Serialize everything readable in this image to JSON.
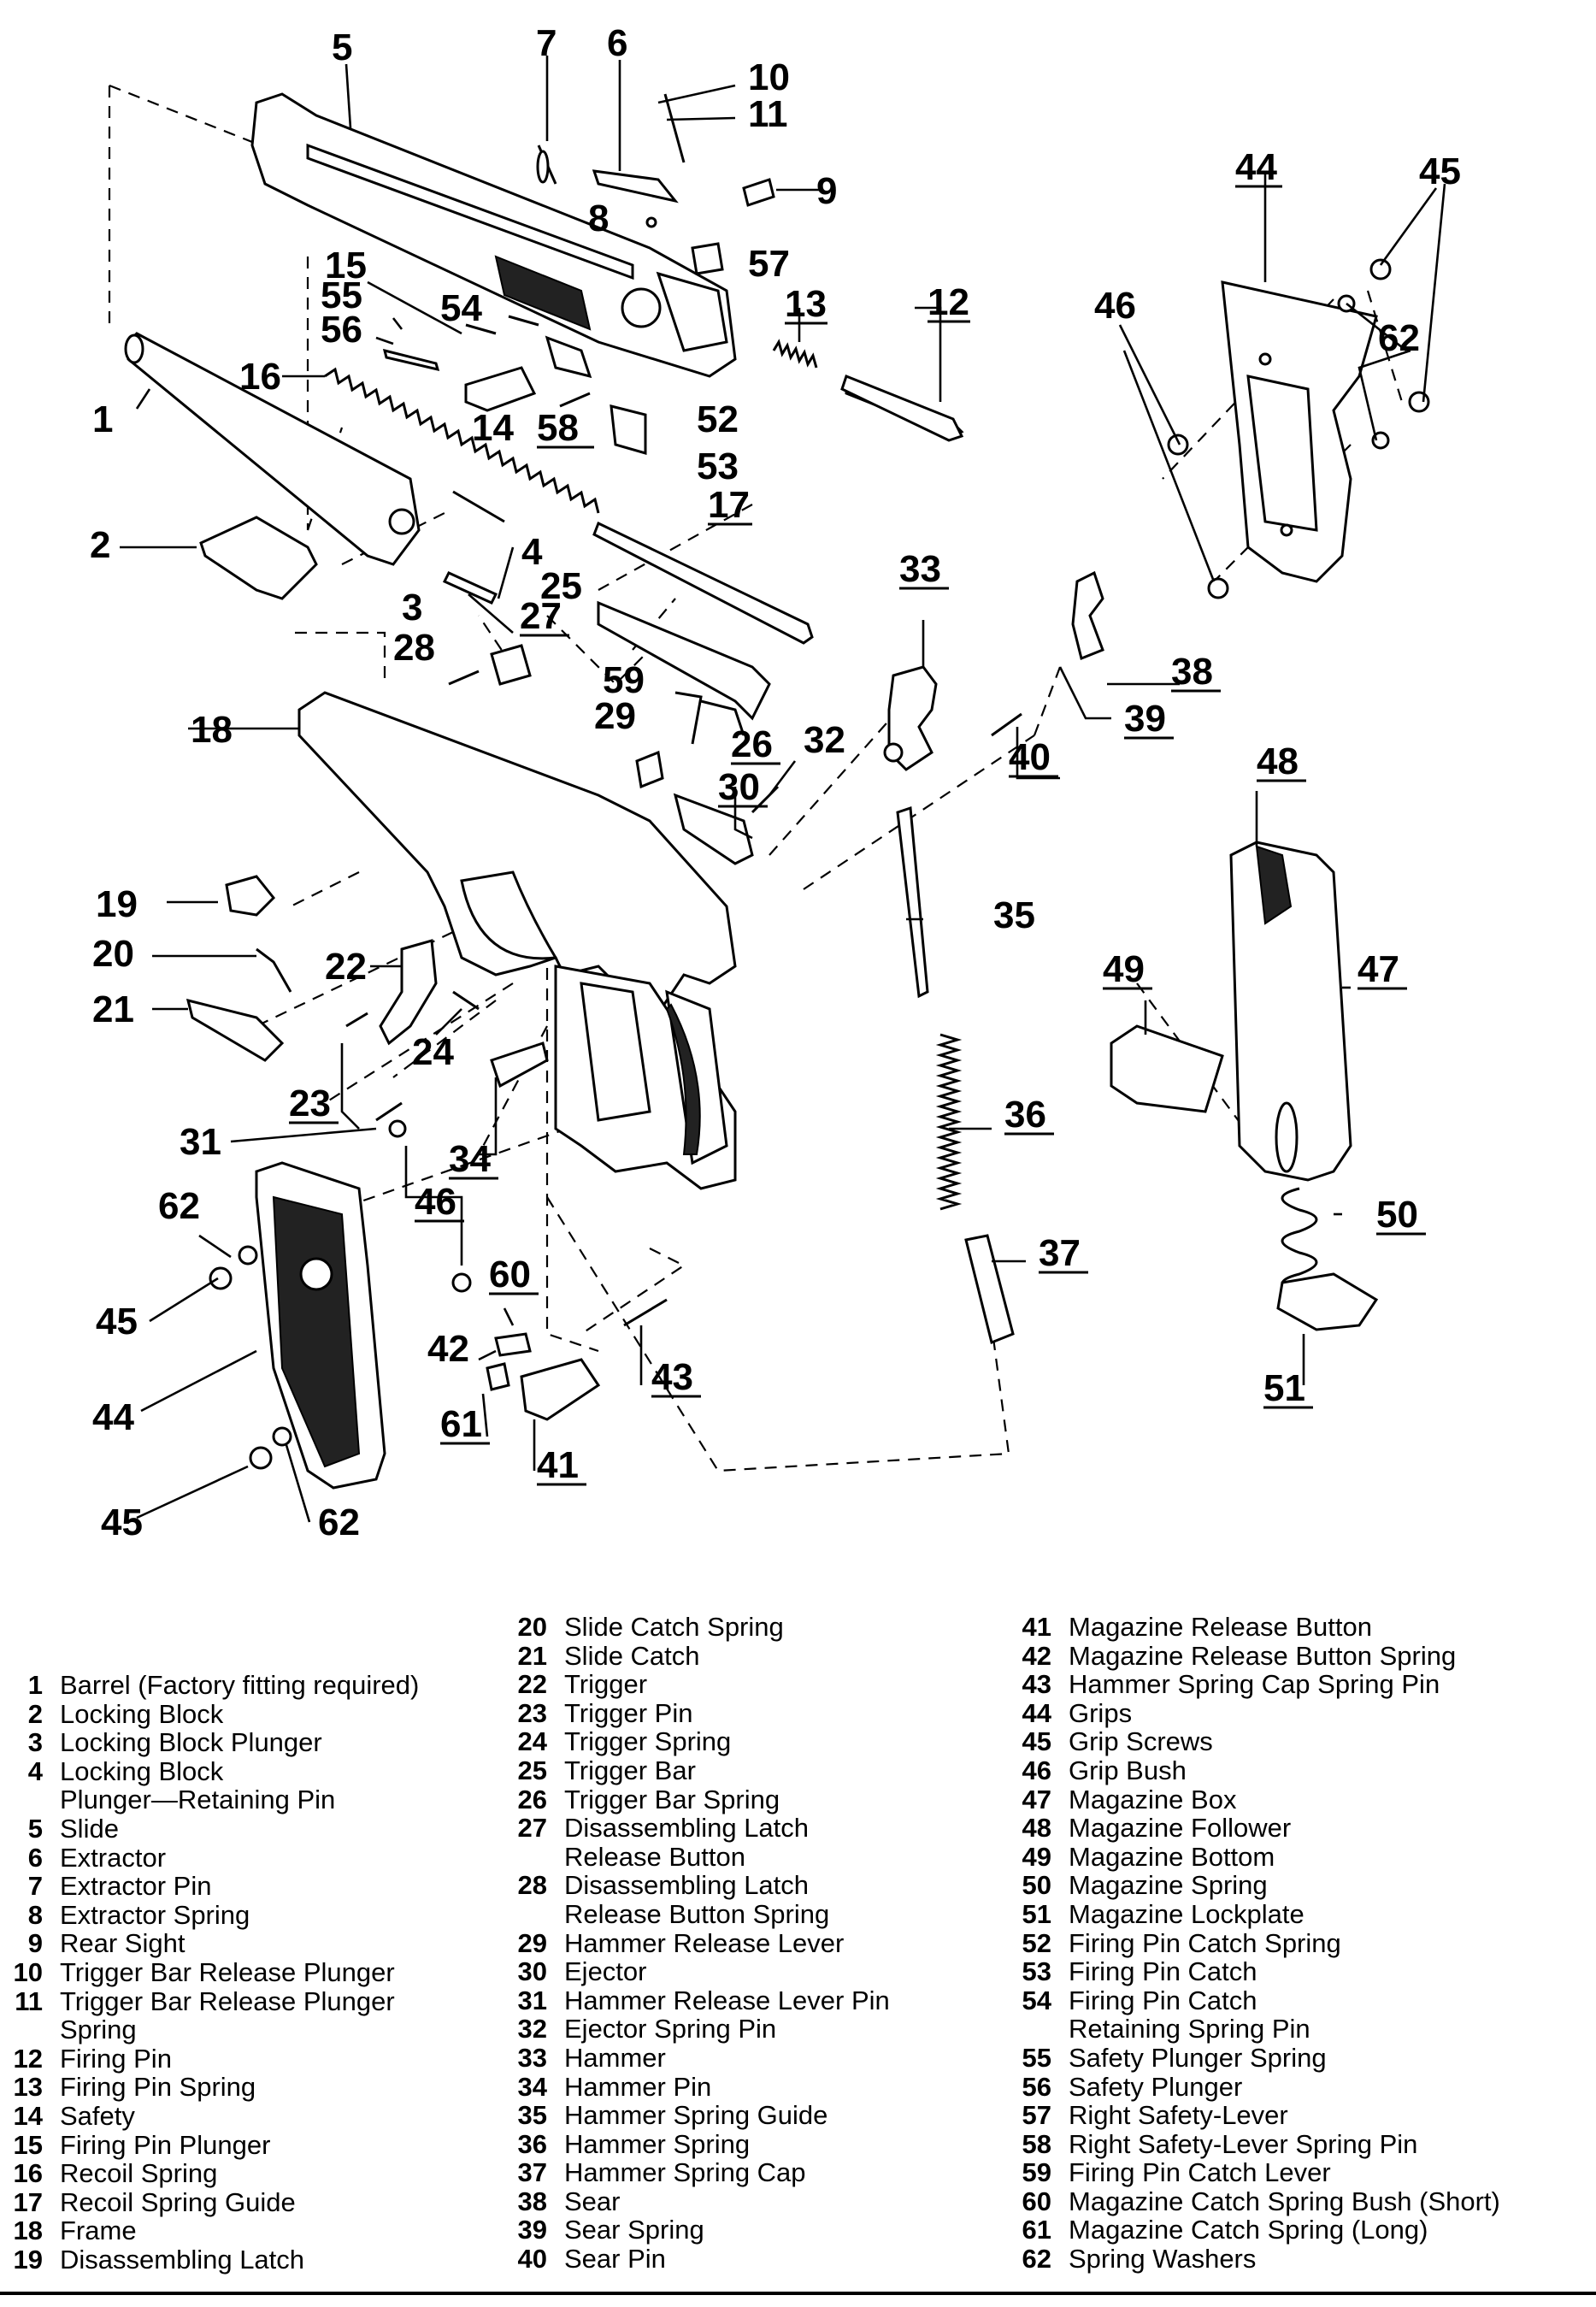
{
  "callouts": [
    "1",
    "2",
    "3",
    "4",
    "5",
    "6",
    "7",
    "8",
    "9",
    "10",
    "11",
    "12",
    "13",
    "14",
    "15",
    "16",
    "17",
    "18",
    "19",
    "20",
    "21",
    "22",
    "23",
    "24",
    "25",
    "26",
    "27",
    "28",
    "29",
    "30",
    "31",
    "32",
    "33",
    "34",
    "35",
    "36",
    "37",
    "38",
    "39",
    "40",
    "41",
    "42",
    "43",
    "44",
    "45",
    "46",
    "47",
    "48",
    "49",
    "50",
    "51",
    "52",
    "53",
    "54",
    "55",
    "56",
    "57",
    "58",
    "59",
    "60",
    "61",
    "62",
    "44",
    "45",
    "46",
    "62",
    "45",
    "62"
  ],
  "legend": {
    "col1": [
      {
        "num": "1",
        "name": "Barrel (Factory fitting required)"
      },
      {
        "num": "2",
        "name": "Locking Block"
      },
      {
        "num": "3",
        "name": "Locking Block Plunger"
      },
      {
        "num": "4",
        "name": "Locking Block"
      },
      {
        "num": "",
        "name": "Plunger—Retaining Pin"
      },
      {
        "num": "5",
        "name": "Slide"
      },
      {
        "num": "6",
        "name": "Extractor"
      },
      {
        "num": "7",
        "name": "Extractor Pin"
      },
      {
        "num": "8",
        "name": "Extractor Spring"
      },
      {
        "num": "9",
        "name": "Rear Sight"
      },
      {
        "num": "10",
        "name": "Trigger Bar Release Plunger"
      },
      {
        "num": "11",
        "name": "Trigger Bar Release Plunger"
      },
      {
        "num": "",
        "name": "Spring"
      },
      {
        "num": "12",
        "name": "Firing Pin"
      },
      {
        "num": "13",
        "name": "Firing Pin Spring"
      },
      {
        "num": "14",
        "name": "Safety"
      },
      {
        "num": "15",
        "name": "Firing Pin Plunger"
      },
      {
        "num": "16",
        "name": "Recoil Spring"
      },
      {
        "num": "17",
        "name": "Recoil Spring Guide"
      },
      {
        "num": "18",
        "name": "Frame"
      },
      {
        "num": "19",
        "name": "Disassembling Latch"
      }
    ],
    "col2": [
      {
        "num": "20",
        "name": "Slide Catch Spring"
      },
      {
        "num": "21",
        "name": "Slide Catch"
      },
      {
        "num": "22",
        "name": "Trigger"
      },
      {
        "num": "23",
        "name": "Trigger Pin"
      },
      {
        "num": "24",
        "name": "Trigger Spring"
      },
      {
        "num": "25",
        "name": "Trigger Bar"
      },
      {
        "num": "26",
        "name": "Trigger Bar Spring"
      },
      {
        "num": "27",
        "name": "Disassembling Latch"
      },
      {
        "num": "",
        "name": "Release Button"
      },
      {
        "num": "28",
        "name": "Disassembling Latch"
      },
      {
        "num": "",
        "name": "Release Button Spring"
      },
      {
        "num": "29",
        "name": "Hammer Release Lever"
      },
      {
        "num": "30",
        "name": "Ejector"
      },
      {
        "num": "31",
        "name": "Hammer Release Lever Pin"
      },
      {
        "num": "32",
        "name": "Ejector Spring Pin"
      },
      {
        "num": "33",
        "name": "Hammer"
      },
      {
        "num": "34",
        "name": "Hammer Pin"
      },
      {
        "num": "35",
        "name": "Hammer Spring Guide"
      },
      {
        "num": "36",
        "name": "Hammer Spring"
      },
      {
        "num": "37",
        "name": "Hammer Spring Cap"
      },
      {
        "num": "38",
        "name": "Sear"
      },
      {
        "num": "39",
        "name": "Sear Spring"
      },
      {
        "num": "40",
        "name": "Sear Pin"
      }
    ],
    "col3": [
      {
        "num": "41",
        "name": "Magazine Release Button"
      },
      {
        "num": "42",
        "name": "Magazine Release Button Spring"
      },
      {
        "num": "43",
        "name": "Hammer Spring Cap Spring Pin"
      },
      {
        "num": "44",
        "name": "Grips"
      },
      {
        "num": "45",
        "name": "Grip Screws"
      },
      {
        "num": "46",
        "name": "Grip Bush"
      },
      {
        "num": "47",
        "name": "Magazine Box"
      },
      {
        "num": "48",
        "name": "Magazine Follower"
      },
      {
        "num": "49",
        "name": "Magazine Bottom"
      },
      {
        "num": "50",
        "name": "Magazine Spring"
      },
      {
        "num": "51",
        "name": "Magazine Lockplate"
      },
      {
        "num": "52",
        "name": "Firing Pin Catch Spring"
      },
      {
        "num": "53",
        "name": "Firing Pin Catch"
      },
      {
        "num": "54",
        "name": "Firing Pin Catch"
      },
      {
        "num": "",
        "name": "Retaining Spring Pin"
      },
      {
        "num": "55",
        "name": "Safety Plunger Spring"
      },
      {
        "num": "56",
        "name": "Safety Plunger"
      },
      {
        "num": "57",
        "name": "Right Safety-Lever"
      },
      {
        "num": "58",
        "name": "Right Safety-Lever Spring Pin"
      },
      {
        "num": "59",
        "name": "Firing Pin Catch Lever"
      },
      {
        "num": "60",
        "name": "Magazine Catch Spring Bush (Short)"
      },
      {
        "num": "61",
        "name": "Magazine Catch Spring (Long)"
      },
      {
        "num": "62",
        "name": "Spring Washers"
      }
    ]
  }
}
